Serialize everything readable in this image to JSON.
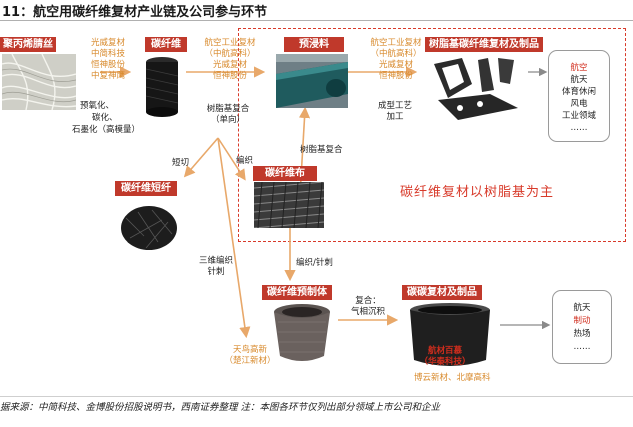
{
  "title": "11：航空用碳纤维复材产业链及公司参与环节",
  "nodes": {
    "pan": "聚丙烯腈丝",
    "cf": "碳纤维",
    "prepreg": "预浸料",
    "resin_composite": "树脂基碳纤维复材及制品",
    "short_fiber": "碳纤维短纤",
    "cloth": "碳纤维布",
    "preform": "碳纤维预制体",
    "cc_composite": "碳碳复材及制品"
  },
  "texts": {
    "pan_companies": [
      "光威复材",
      "中简科技",
      "恒神股份",
      "中复神鹰"
    ],
    "process_1": [
      "预氧化、",
      "碳化、",
      "石墨化（高模量）"
    ],
    "cf_to_prepreg_companies": [
      "航空工业复材",
      "（中航高科）",
      "光威复材",
      "恒神股份"
    ],
    "resin_composite_process": [
      "树脂基复合",
      "（单向）"
    ],
    "prepreg_to_product_companies": [
      "航空工业复材",
      "（中航高科）",
      "光威复材",
      "恒神股份"
    ],
    "forming_process": [
      "成型工艺",
      "加工"
    ],
    "cut": "短切",
    "weave": "编织",
    "resin_composite_2": "树脂基复合",
    "three_d_weave": [
      "三维编织",
      "针刺"
    ],
    "weave_needle": "编织/针刺",
    "preform_companies": [
      "天鸟高新",
      "（楚江新材）"
    ],
    "cc_process": [
      "复合：",
      "气相沉积"
    ],
    "cc_companies_1": [
      "航材百慕",
      "（华秦科技）"
    ],
    "cc_companies_2": "博云新材、北摩高科",
    "resin_main": "碳纤维复材以树脂基为主",
    "apps_top": [
      "航空",
      "航天",
      "体育休闲",
      "风电",
      "工业领域",
      "……"
    ],
    "apps_bottom": [
      "航天",
      "制动",
      "热场",
      "……"
    ]
  },
  "source": "据来源：中简科技、金博股份招股说明书，西南证券整理  注：本图各环节仅列出部分领域上市公司和企业",
  "colors": {
    "label_bg": "#c0392b",
    "company_orange": "#d88a2c",
    "highlight_red": "#d12d1d",
    "arrow": "#e8a86a",
    "dashed_border": "#d83a2a"
  }
}
